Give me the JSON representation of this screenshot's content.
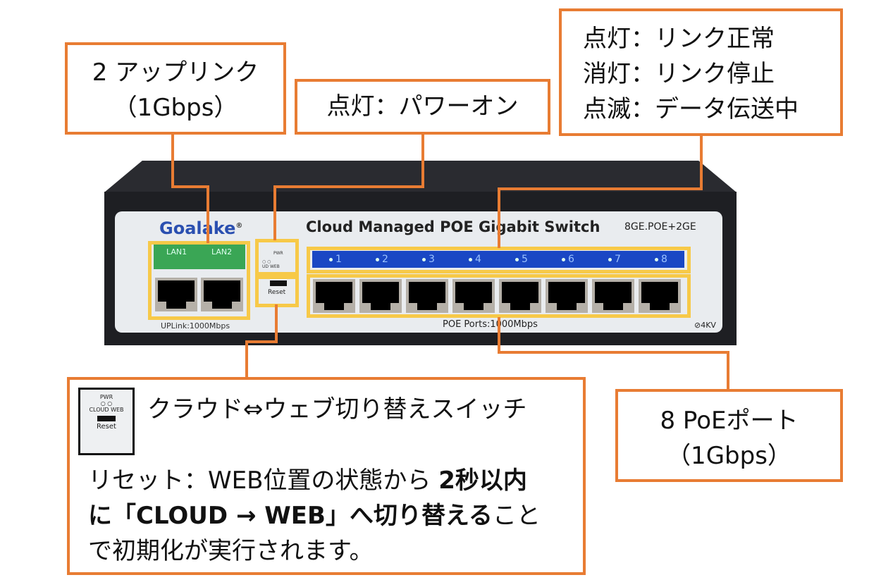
{
  "callouts": {
    "uplink": {
      "line1": "2 アップリンク",
      "line2": "（1Gbps）"
    },
    "power": {
      "text": "点灯：パワーオン"
    },
    "link": {
      "line1": "点灯：リンク正常",
      "line2": "消灯：リンク停止",
      "line3": "点滅：データ伝送中"
    },
    "switch": {
      "title": "クラウド⇔ウェブ切り替えスイッチ",
      "reset_plain1": "リセット：WEB位置の状態から ",
      "reset_bold1": "2秒以内",
      "reset_bold2": "に「CLOUD → WEB」へ切り替える",
      "reset_plain2": "こと",
      "reset_plain3": "で初期化が実行されます。",
      "thumb_pwr": "PWR",
      "thumb_cloud": "CLOUD",
      "thumb_web": "WEB",
      "thumb_reset": "Reset"
    },
    "poe": {
      "line1": "8 PoEポート",
      "line2": "（1Gbps）"
    }
  },
  "device": {
    "brand": "Goalake",
    "registered": "®",
    "title": "Cloud Managed POE Gigabit Switch",
    "model": "8GE.POE+2GE",
    "lan_labels": [
      "LAN1",
      "LAN2"
    ],
    "pwr": "PWR",
    "cloud_short": "UD",
    "web": "WEB",
    "reset": "Reset",
    "uplink_label": "UPLink:1000Mbps",
    "poe_ports": [
      "1",
      "2",
      "3",
      "4",
      "5",
      "6",
      "7",
      "8"
    ],
    "poe_label": "POE Ports:1000Mbps",
    "surge": "⊘4KV"
  },
  "colors": {
    "callout": "#e87c33",
    "highlight": "#f7c948",
    "led_bar": "#1a47c4",
    "lan_bar": "#3aa655"
  }
}
